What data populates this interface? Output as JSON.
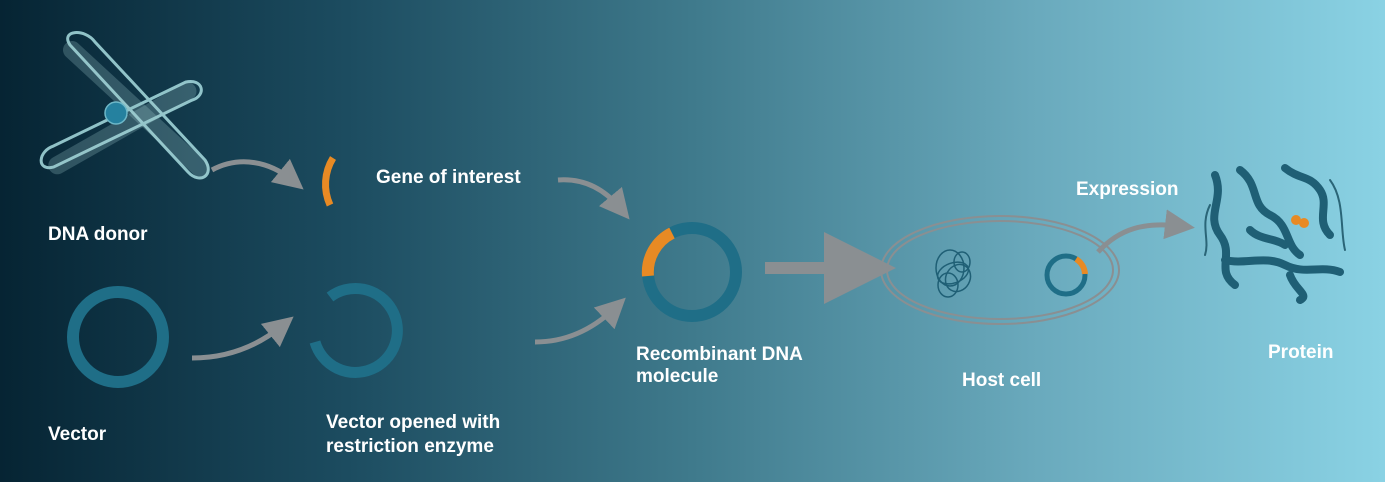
{
  "labels": {
    "dna_donor": "DNA donor",
    "gene_of_interest": "Gene of interest",
    "vector": "Vector",
    "vector_opened_line1": "Vector opened with",
    "vector_opened_line2": "restriction enzyme",
    "recombinant_line1": "Recombinant DNA",
    "recombinant_line2": "molecule",
    "host_cell": "Host cell",
    "expression": "Expression",
    "protein": "Protein"
  },
  "colors": {
    "background_left": "#062433",
    "background_right": "#8ad2e4",
    "dna_ring": "#1f6e87",
    "gene": "#e88a24",
    "arrow": "#8a8f92",
    "chromosome": "#a8dde0"
  },
  "icons": [
    "chromosome-icon",
    "gene-fragment-icon",
    "plasmid-icon",
    "opened-plasmid-icon",
    "recombinant-plasmid-icon",
    "host-cell-icon",
    "protein-structure-icon",
    "arrow-icon"
  ]
}
